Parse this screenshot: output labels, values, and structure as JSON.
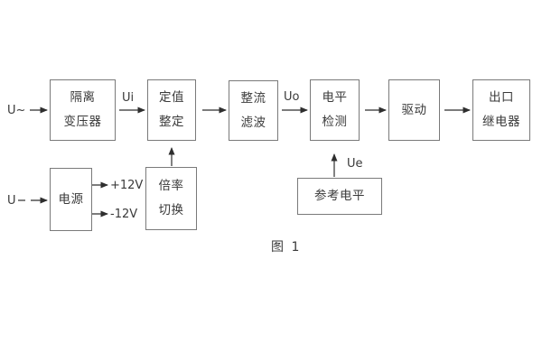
{
  "figure": {
    "caption": "图 1"
  },
  "signals": {
    "input_ac": "U~",
    "input_dc": "U",
    "ui": "Ui",
    "uo": "Uo",
    "ue": "Ue",
    "plus12v": "+12V",
    "minus12v": "-12V"
  },
  "blocks": {
    "isolation_transformer": {
      "line1": "隔离",
      "line2": "变压器"
    },
    "setting": {
      "line1": "定值",
      "line2": "整定"
    },
    "rectifier_filter": {
      "line1": "整流",
      "line2": "滤波"
    },
    "level_detection": {
      "line1": "电平",
      "line2": "检测"
    },
    "drive": {
      "line1": "驱动"
    },
    "output_relay": {
      "line1": "出口",
      "line2": "继电器"
    },
    "power_supply": {
      "line1": "电源"
    },
    "ratio_switch": {
      "line1": "倍率",
      "line2": "切换"
    },
    "reference_level": {
      "line1": "参考电平"
    }
  },
  "colors": {
    "background": "#ffffff",
    "box_border": "#7a7a7a",
    "text": "#3a3a3a",
    "arrow": "#2e2e2e"
  }
}
